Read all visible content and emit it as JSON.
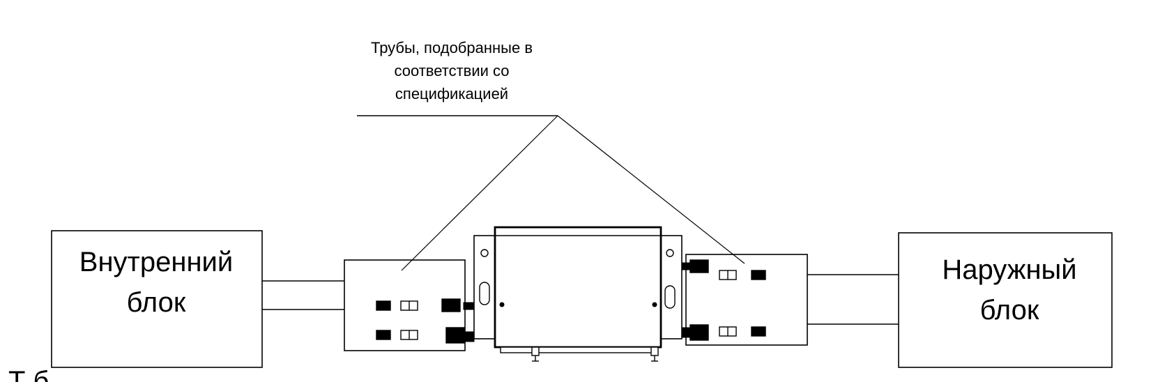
{
  "callout": {
    "line1": "Трубы, подобранные в",
    "line2": "соответствии со",
    "line3": "спецификацией"
  },
  "indoor_unit": {
    "line1": "Внутренний",
    "line2": "блок"
  },
  "outdoor_unit": {
    "line1": "Наружный",
    "line2": "блок"
  },
  "cut_text": "Т б",
  "colors": {
    "line": "#000000",
    "background": "#ffffff"
  }
}
